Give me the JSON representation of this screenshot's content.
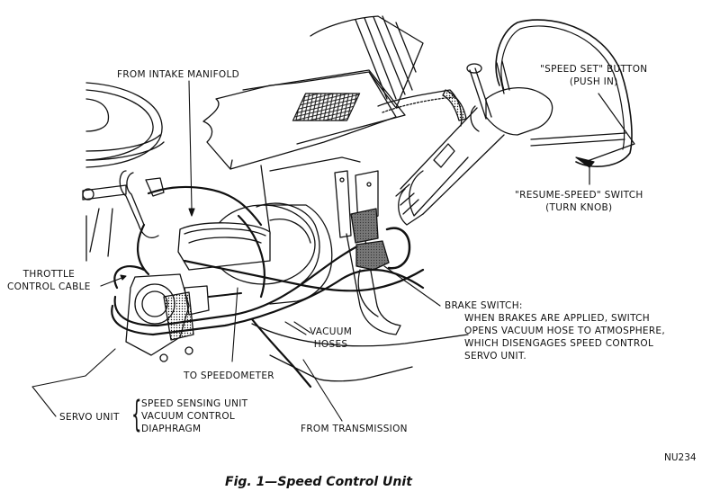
{
  "figure": {
    "caption": "Fig. 1—Speed Control Unit",
    "code": "NU234",
    "ink_color": "#111111",
    "background": "#ffffff"
  },
  "labels": {
    "intake_manifold": "FROM INTAKE MANIFOLD",
    "speed_set_line1": "\"SPEED SET\" BUTTON",
    "speed_set_line2": "(PUSH IN)",
    "resume_line1": "\"RESUME-SPEED\" SWITCH",
    "resume_line2": "(TURN KNOB)",
    "throttle_line1": "THROTTLE",
    "throttle_line2": "CONTROL CABLE",
    "brake_title": "BRAKE SWITCH:",
    "brake_desc": [
      "WHEN BRAKES ARE APPLIED, SWITCH",
      "OPENS VACUUM HOSE TO ATMOSPHERE,",
      "WHICH DISENGAGES SPEED CONTROL",
      "SERVO UNIT."
    ],
    "vacuum_line1": "VACUUM",
    "vacuum_line2": "HOSES",
    "speedometer": "TO SPEEDOMETER",
    "servo_unit": "SERVO UNIT",
    "servo_parts": [
      "SPEED SENSING UNIT",
      "VACUUM CONTROL",
      "DIAPHRAGM"
    ],
    "transmission": "FROM TRANSMISSION"
  }
}
